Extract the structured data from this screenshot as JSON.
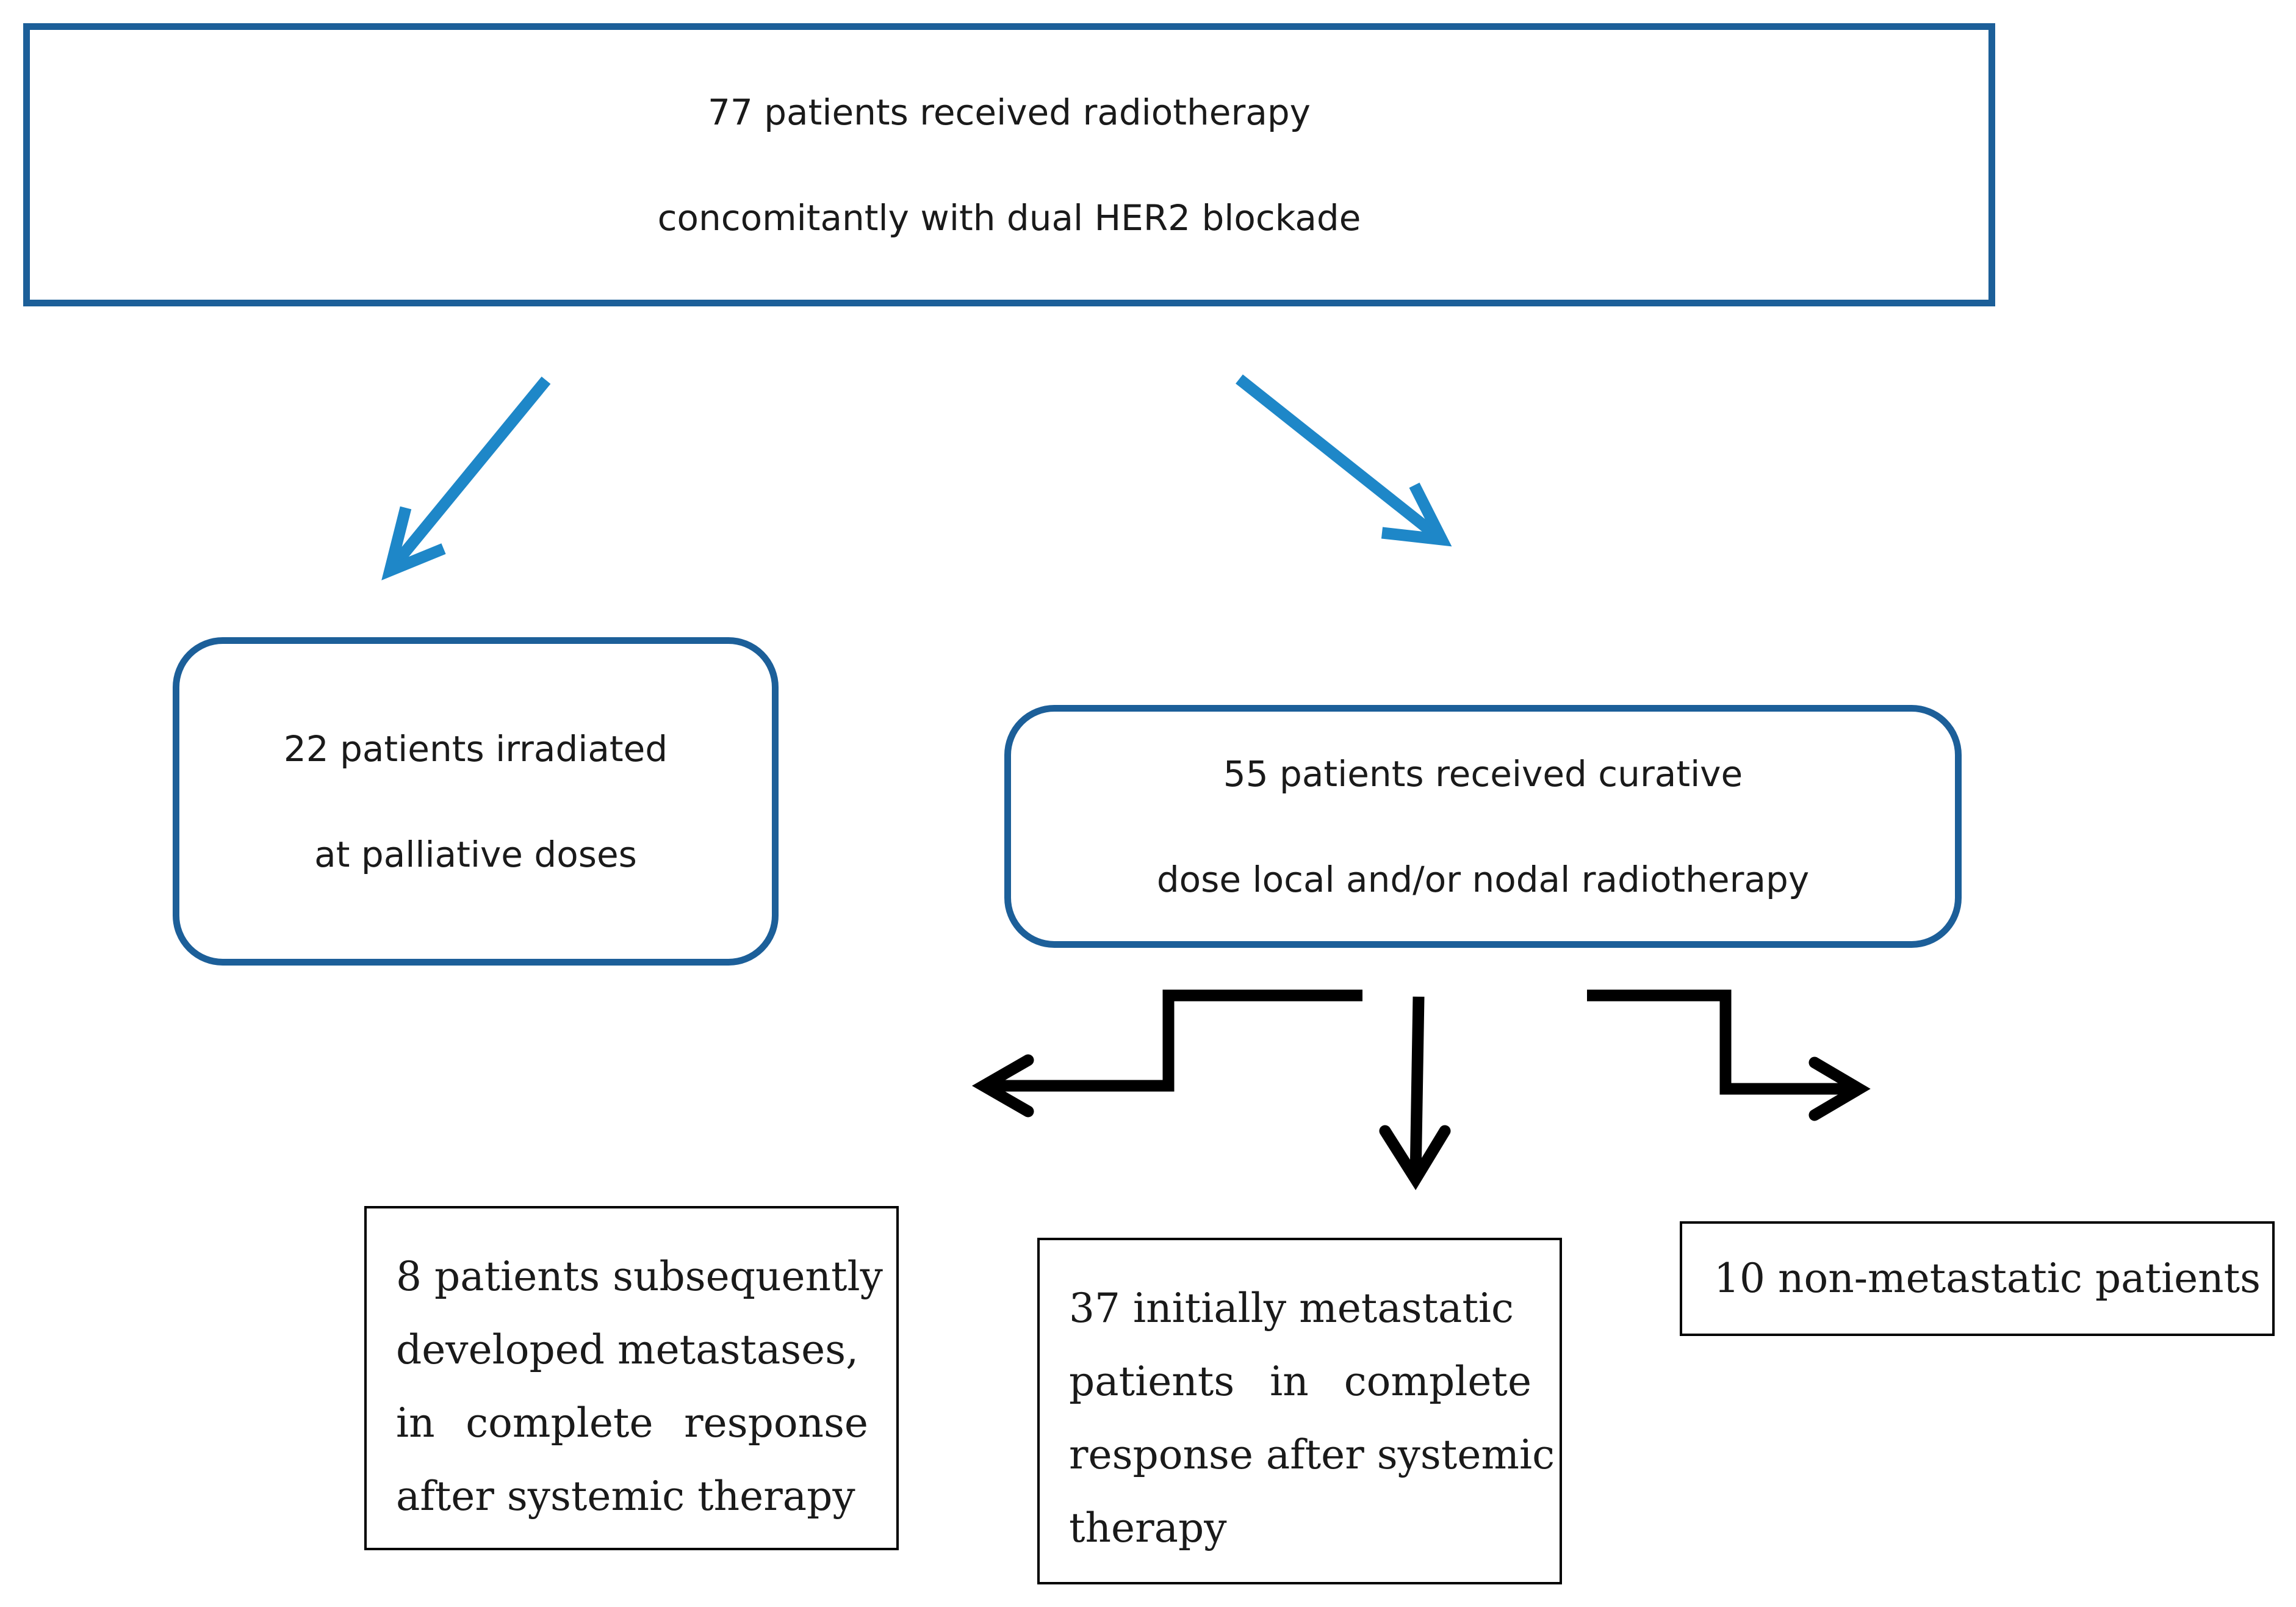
{
  "top_box": {
    "line1": "77 patients received radiotherapy",
    "line2": "concomitantly with dual HER2 blockade"
  },
  "palliative_box": {
    "line1": "22 patients irradiated",
    "line2": "at palliative doses"
  },
  "curative_box": {
    "line1": "55 patients received curative",
    "line2": "dose local and/or nodal radiotherapy"
  },
  "subsequent_box": {
    "line1": "8 patients subsequently",
    "line2": "developed metastases,",
    "line3_words": [
      "in",
      "complete",
      "response"
    ],
    "line4": "after systemic therapy"
  },
  "initial_box": {
    "line1": "37 initially metastatic",
    "line2_words": [
      "patients",
      "in",
      "complete"
    ],
    "line3": "response after systemic",
    "line4": "therapy"
  },
  "nonmeta_box": {
    "line1": "10 non-metastatic patients"
  },
  "colors": {
    "blue_border": "#1c5f99",
    "blue_arrow": "#1e87c8",
    "black": "#000000"
  }
}
